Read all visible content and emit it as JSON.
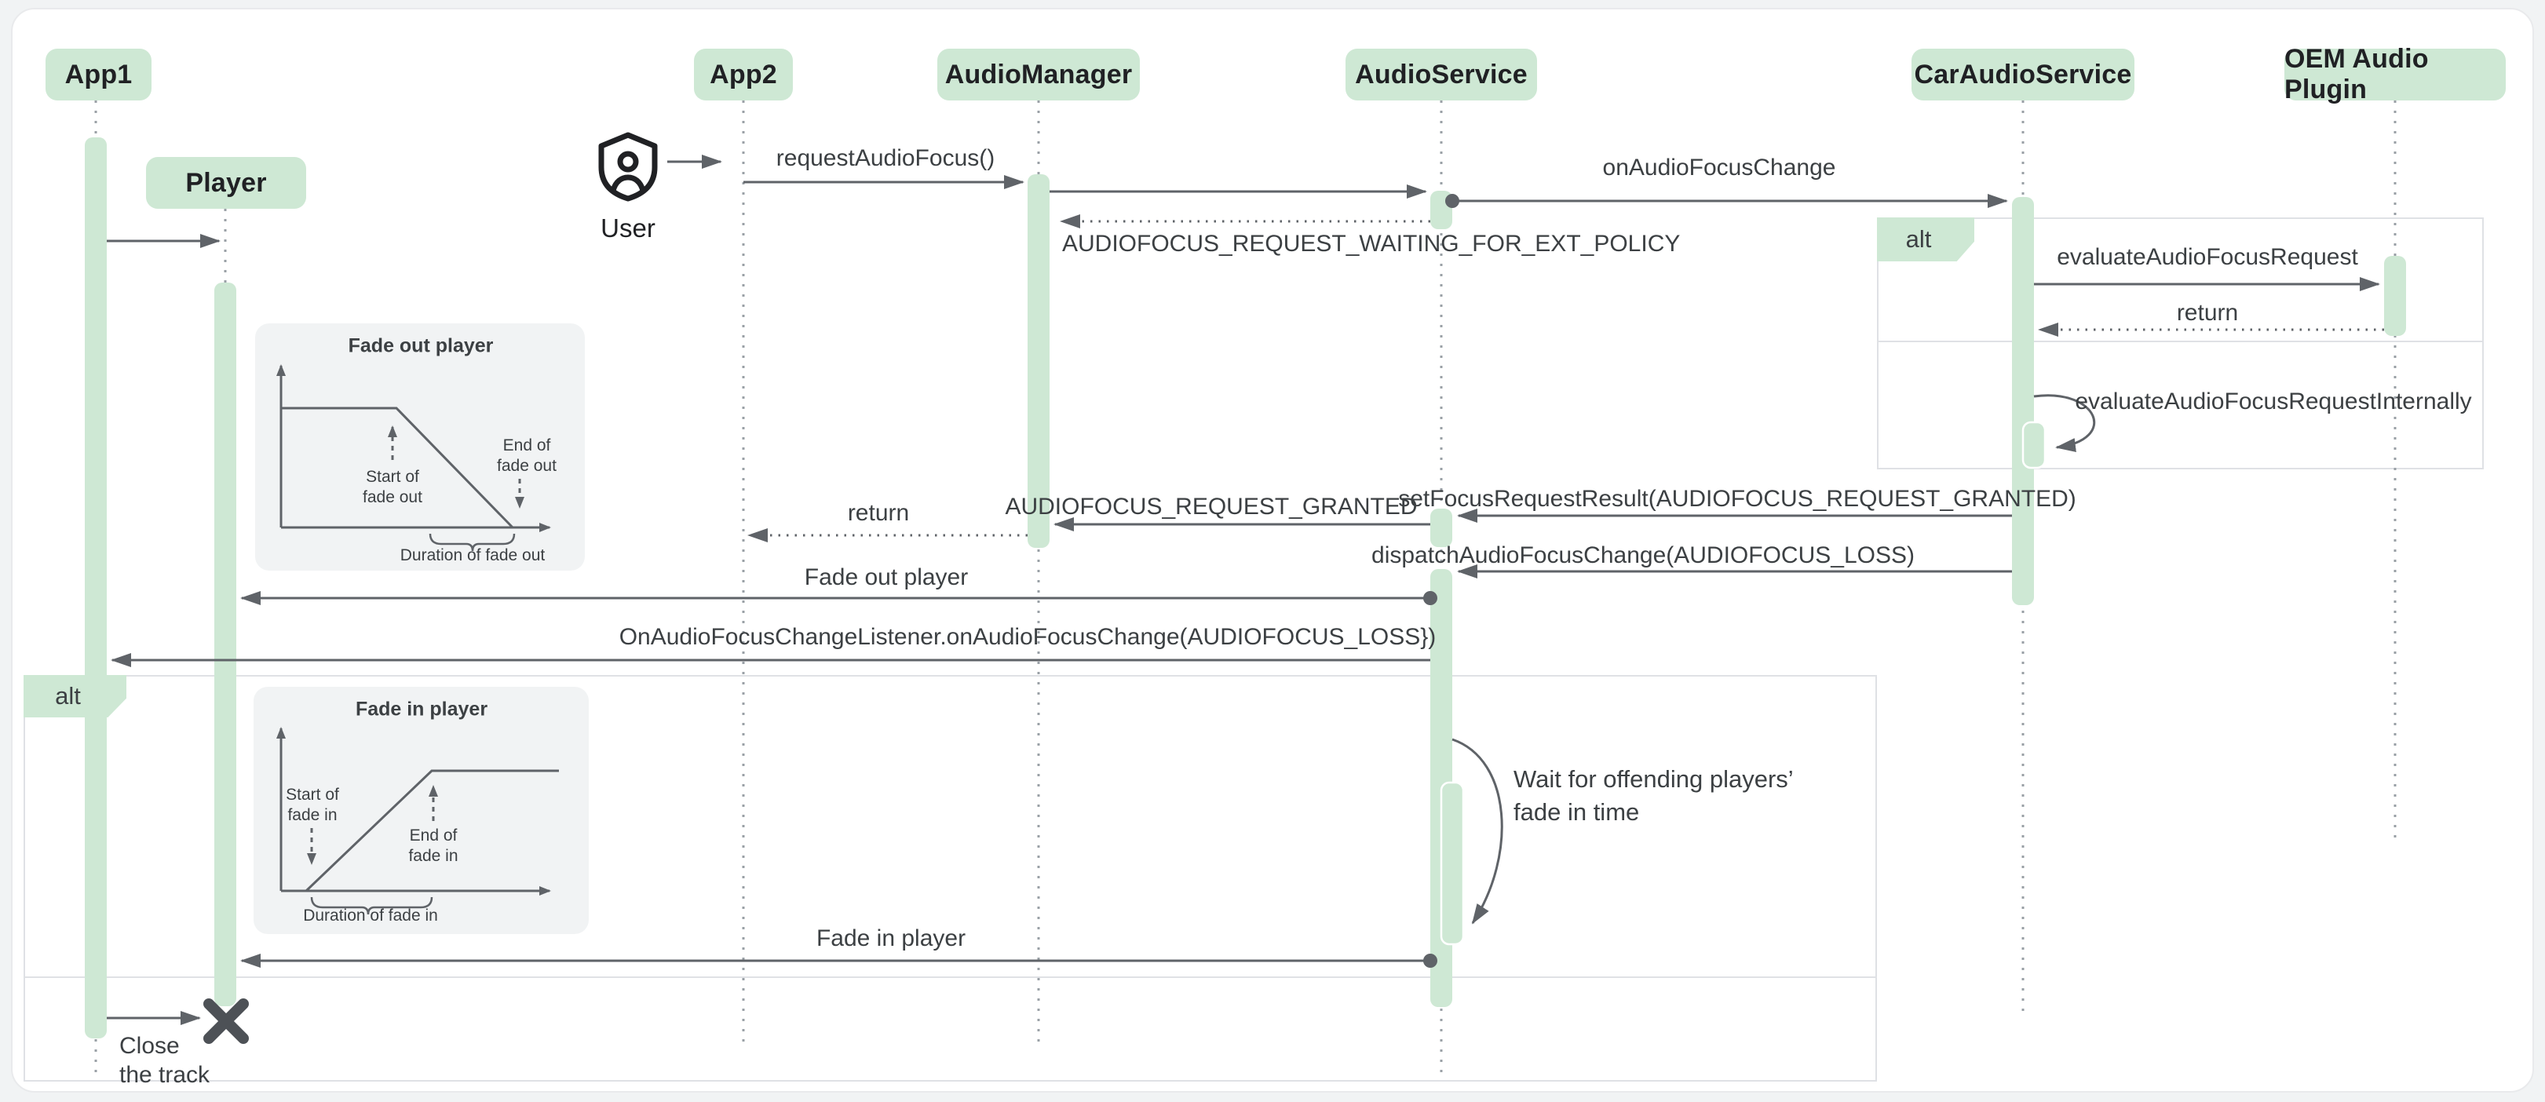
{
  "title": "Audio focus sequence diagram",
  "colors": {
    "accent_green": "#CEE8D4",
    "line_gray": "#5F6368",
    "text_dark": "#202124",
    "text_gray": "#3C4043",
    "lifeline_gray": "#9AA0A6",
    "page_bg": "#F1F3F4",
    "card_bg": "#FFFFFF",
    "fragment_border": "#DFE1E5"
  },
  "participants": [
    {
      "label": "App1"
    },
    {
      "label": "Player"
    },
    {
      "label": "App2"
    },
    {
      "label": "AudioManager"
    },
    {
      "label": "AudioService"
    },
    {
      "label": "CarAudioService"
    },
    {
      "label": "OEM Audio Plugin"
    }
  ],
  "actor": {
    "label": "User",
    "icon": "shield-person-icon"
  },
  "fragments": {
    "alt1_label": "alt",
    "alt2_label": "alt"
  },
  "messages": {
    "request_audio_focus": "requestAudioFocus()",
    "on_audio_focus_change": "onAudioFocusChange",
    "waiting_for_ext_policy": "AUDIOFOCUS_REQUEST_WAITING_FOR_EXT_POLICY",
    "evaluate_audio_focus_request": "evaluateAudioFocusRequest",
    "evaluate_return": "return",
    "evaluate_internally": "evaluateAudioFocusRequestInternally",
    "set_focus_request_result": "setFocusRequestResult(AUDIOFOCUS_REQUEST_GRANTED)",
    "request_granted": "AUDIOFOCUS_REQUEST_GRANTED",
    "manager_return": "return",
    "dispatch_focus_change": "dispatchAudioFocusChange(AUDIOFOCUS_LOSS)",
    "fade_out_player": "Fade out player",
    "listener_focus_change": "OnAudioFocusChangeListener.onAudioFocusChange(AUDIOFOCUS_LOSS})",
    "fade_in_player": "Fade in player"
  },
  "note": {
    "line1": "Wait for offending players’",
    "line2": "fade in time"
  },
  "close_note": {
    "line1": "Close",
    "line2": "the track"
  },
  "insets": {
    "fade_out": {
      "title": "Fade out player",
      "start_line1": "Start of",
      "start_line2": "fade out",
      "end_line1": "End of",
      "end_line2": "fade out",
      "duration": "Duration of fade out"
    },
    "fade_in": {
      "title": "Fade in player",
      "start_line1": "Start of",
      "start_line2": "fade in",
      "end_line1": "End of",
      "end_line2": "fade in",
      "duration": "Duration of fade in"
    }
  }
}
